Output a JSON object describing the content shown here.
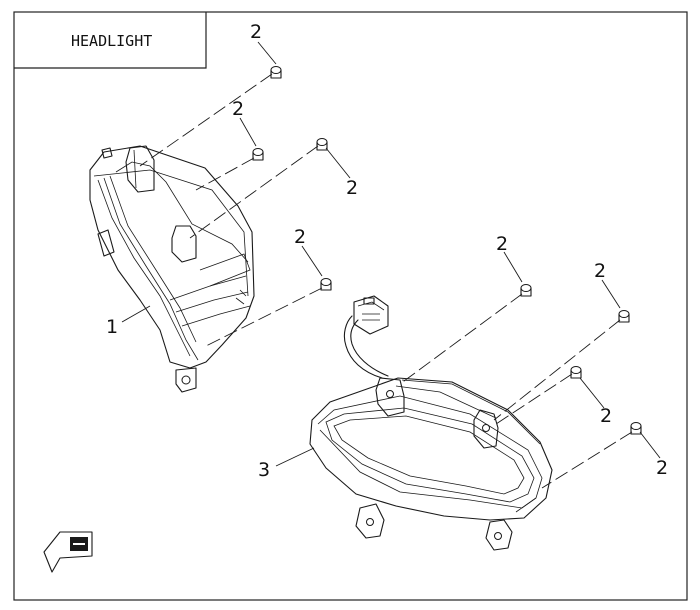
{
  "title": "HEADLIGHT",
  "callouts": {
    "part1": "1",
    "part3": "3",
    "bolt": "2"
  },
  "icons": [
    "connector-icon",
    "bolt-icon",
    "page-marker-icon"
  ]
}
